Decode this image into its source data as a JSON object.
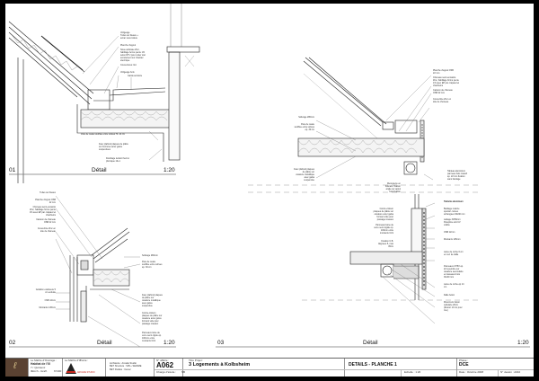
{
  "sheet": {
    "panels": [
      {
        "number": "01",
        "title": "Détail",
        "scale": "1:20",
        "notes": [
          "Voligeage\nTuiles sur liteaux +\nécran sous toiture",
          "Planche d'égout",
          "Noue ardoisée Zinc,\nhabillage fermé pente 1%\nselon DTU pour éviter tout\nécoulement sur chantier\nélectrique",
          "Couvertures zinc",
          "Voligeage bois",
          "Garde acrotère",
          "Pare de ouate soufflée entre solives Ht. 26 cm",
          "Faux plafond plaques de plâtre\nsur fourrures acier galva\nsuspendues",
          "Doublage isolant thermo\nphonique 10+1"
        ]
      },
      {
        "number": "02",
        "title": "Détail",
        "scale": "1:20",
        "notes": [
          "Tuiles sur liteaux",
          "Planche d'égout OSB\n22 mm",
          "Chéneau semi-encastré\nZinc, habillage formé pente\n1% avec EP par crapaud et\nchanfreins",
          "Caisson de chéneau\nOSB 22 mm",
          "Couvertine Zinc en\ntête de chéneau",
          "Isolation extérieure 5\ncm enduite",
          "OSB 12mm",
          "Montants 145mm",
          "Solivage 280mm",
          "Pare de ouate\nsoufflée entre solives\nép. 30 cm",
          "Faux plafond plaques\nde plâtre sur\nossature métallique\navec galva\nsuspendue",
          "Contre-cloison\nplaques de plâtre sur\nossature acier galva\nformant vide pour\npassage réseaux",
          "Panneaux laine de\nverre semi-rigide ép.\n100mm entre\nmontants CLS"
        ]
      },
      {
        "number": "03",
        "title": "Détail",
        "scale": "1:20",
        "notes": [
          "Planche d'égout OSB\n22 mm",
          "Chéneau semi-encastré\nZinc, habillage formé pente\n1% avec EP par crapaud et\nchanfreins",
          "Caisson de chéneau\nOSB 22 mm",
          "Couvertine Zinc en\ntête de chéneau",
          "Solivage 280mm",
          "Pare de ouate\nsoufflée entre solives\nép. 30 cm",
          "Faux plafond plaques\nde plâtre sur\nossature métallique\navec galva\nsuspendue",
          "Tableau aluminium\npanneau bois massif\nép. 22 mm fixation\nsans bardage",
          "Menuiserie en\nbois/alu. fixation\nangle sur appui\nbois fixation",
          "Tablette aluminium",
          "Bardage mélèze\nspécial - lames\néchangées 90x90 mm",
          "Lattage 30/50mm\nPareplnie anti UV\nvisible",
          "OSB 12mm",
          "Montants 145mm",
          "Contre-cloison\nplaques de plâtre sur\nossature acier galva\nformant vide pour\npassage réseaux",
          "Panneaux laine de\nverre semi-rigide ép.\n100mm entre\nmontants CLS",
          "Fixation C.B.\nAlignées 5, max\n45cm",
          "Laine de roche 6 cm\nen nez de dalle",
          "Panneaux CTBX ép.\n22 à peindre sur\nossature secondaire\nen tasseaux bois\n30x30 mm",
          "Laine de roche ép 14\ncm",
          "Dalle béton",
          "Monomurs béton\ncellulaire 20cm\n(Retour 10 cm pour\nrive)"
        ]
      }
    ]
  },
  "title_block": {
    "client_label": "Le Maître d'Ouvrage :",
    "client_name": "Habitat de l'Ill",
    "client_address": "7 r Quintenz",
    "client_city": "Illkirch - Graff.",
    "client_zip": "67400",
    "contractor_label": "Le Maître d'Œuvre :",
    "contractor_logo_text": "ARCADE STUDIO",
    "team": "Architecte : Arcade Studio\nBET Structure : SIB + SEDIME\nBET Fluides : Cenec",
    "affair_label": "N° affaire :",
    "affair_number": "A062",
    "study_label": "Chargé d'étude :",
    "study_value": "SB",
    "project_label": "Titre Projet :",
    "project_title": "3 Logements à Kolbsheim",
    "sheet_title": "DETAILS - PLANCHE 1",
    "scale_label": "Echelle : 1:20",
    "phase_label": "Phase :",
    "phase_value": "DCE",
    "date_label": "Date : Octobre 2008",
    "drawing_label": "N° dessin : A010"
  },
  "colors": {
    "frame": "#000000",
    "paper": "#ffffff",
    "logo_red": "#c8281e",
    "logo_brown": "#5a4232"
  }
}
